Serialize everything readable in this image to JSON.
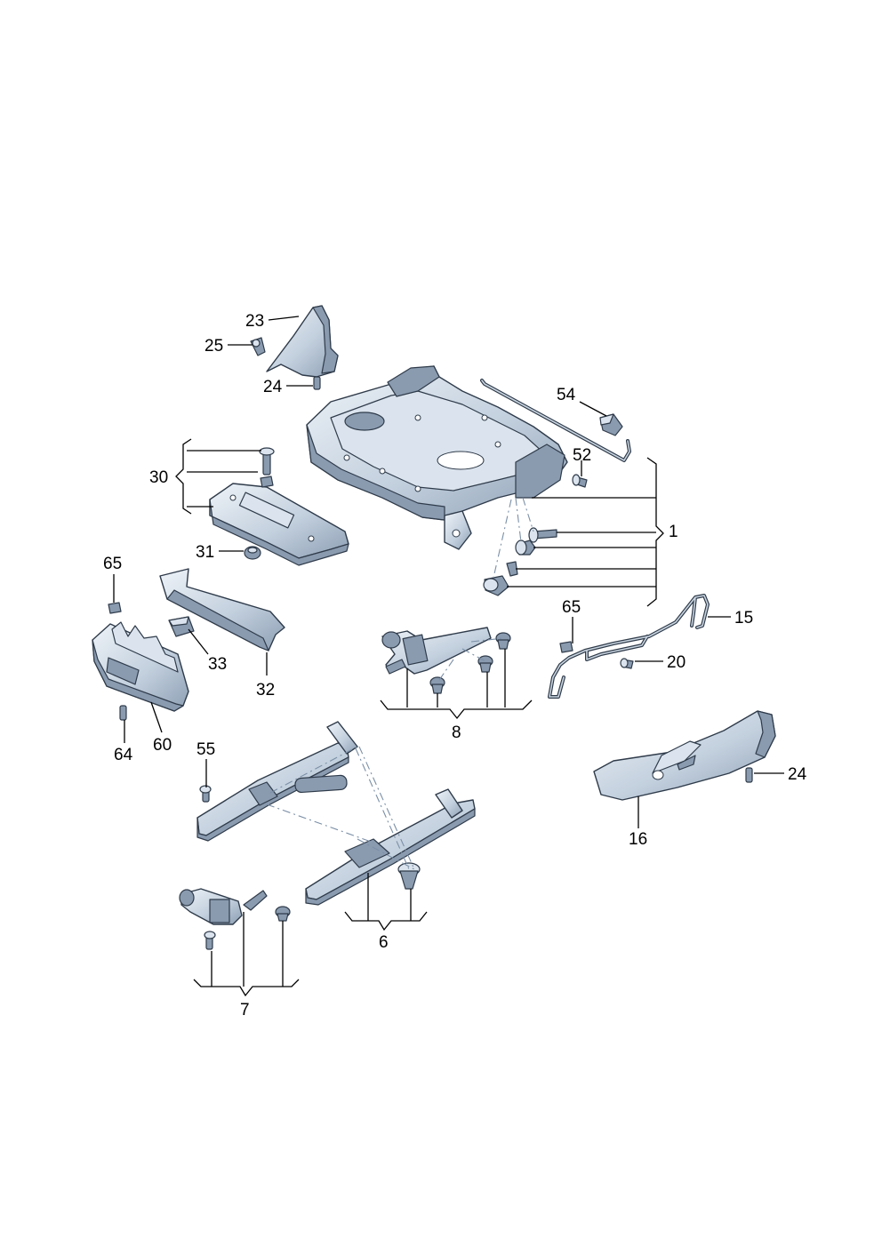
{
  "callouts": {
    "c1": "1",
    "c6": "6",
    "c7": "7",
    "c8": "8",
    "c15": "15",
    "c16": "16",
    "c20": "20",
    "c23": "23",
    "c24a": "24",
    "c24b": "24",
    "c25": "25",
    "c30": "30",
    "c31": "31",
    "c32": "32",
    "c33": "33",
    "c52": "52",
    "c54": "54",
    "c55": "55",
    "c60": "60",
    "c64": "64",
    "c65a": "65",
    "c65b": "65"
  },
  "colors": {
    "part_light": "#dbe4ee",
    "part_mid": "#b4c3d4",
    "part_dark": "#8a9bb0",
    "outline": "#2f3b4a",
    "leader": "#000000"
  }
}
